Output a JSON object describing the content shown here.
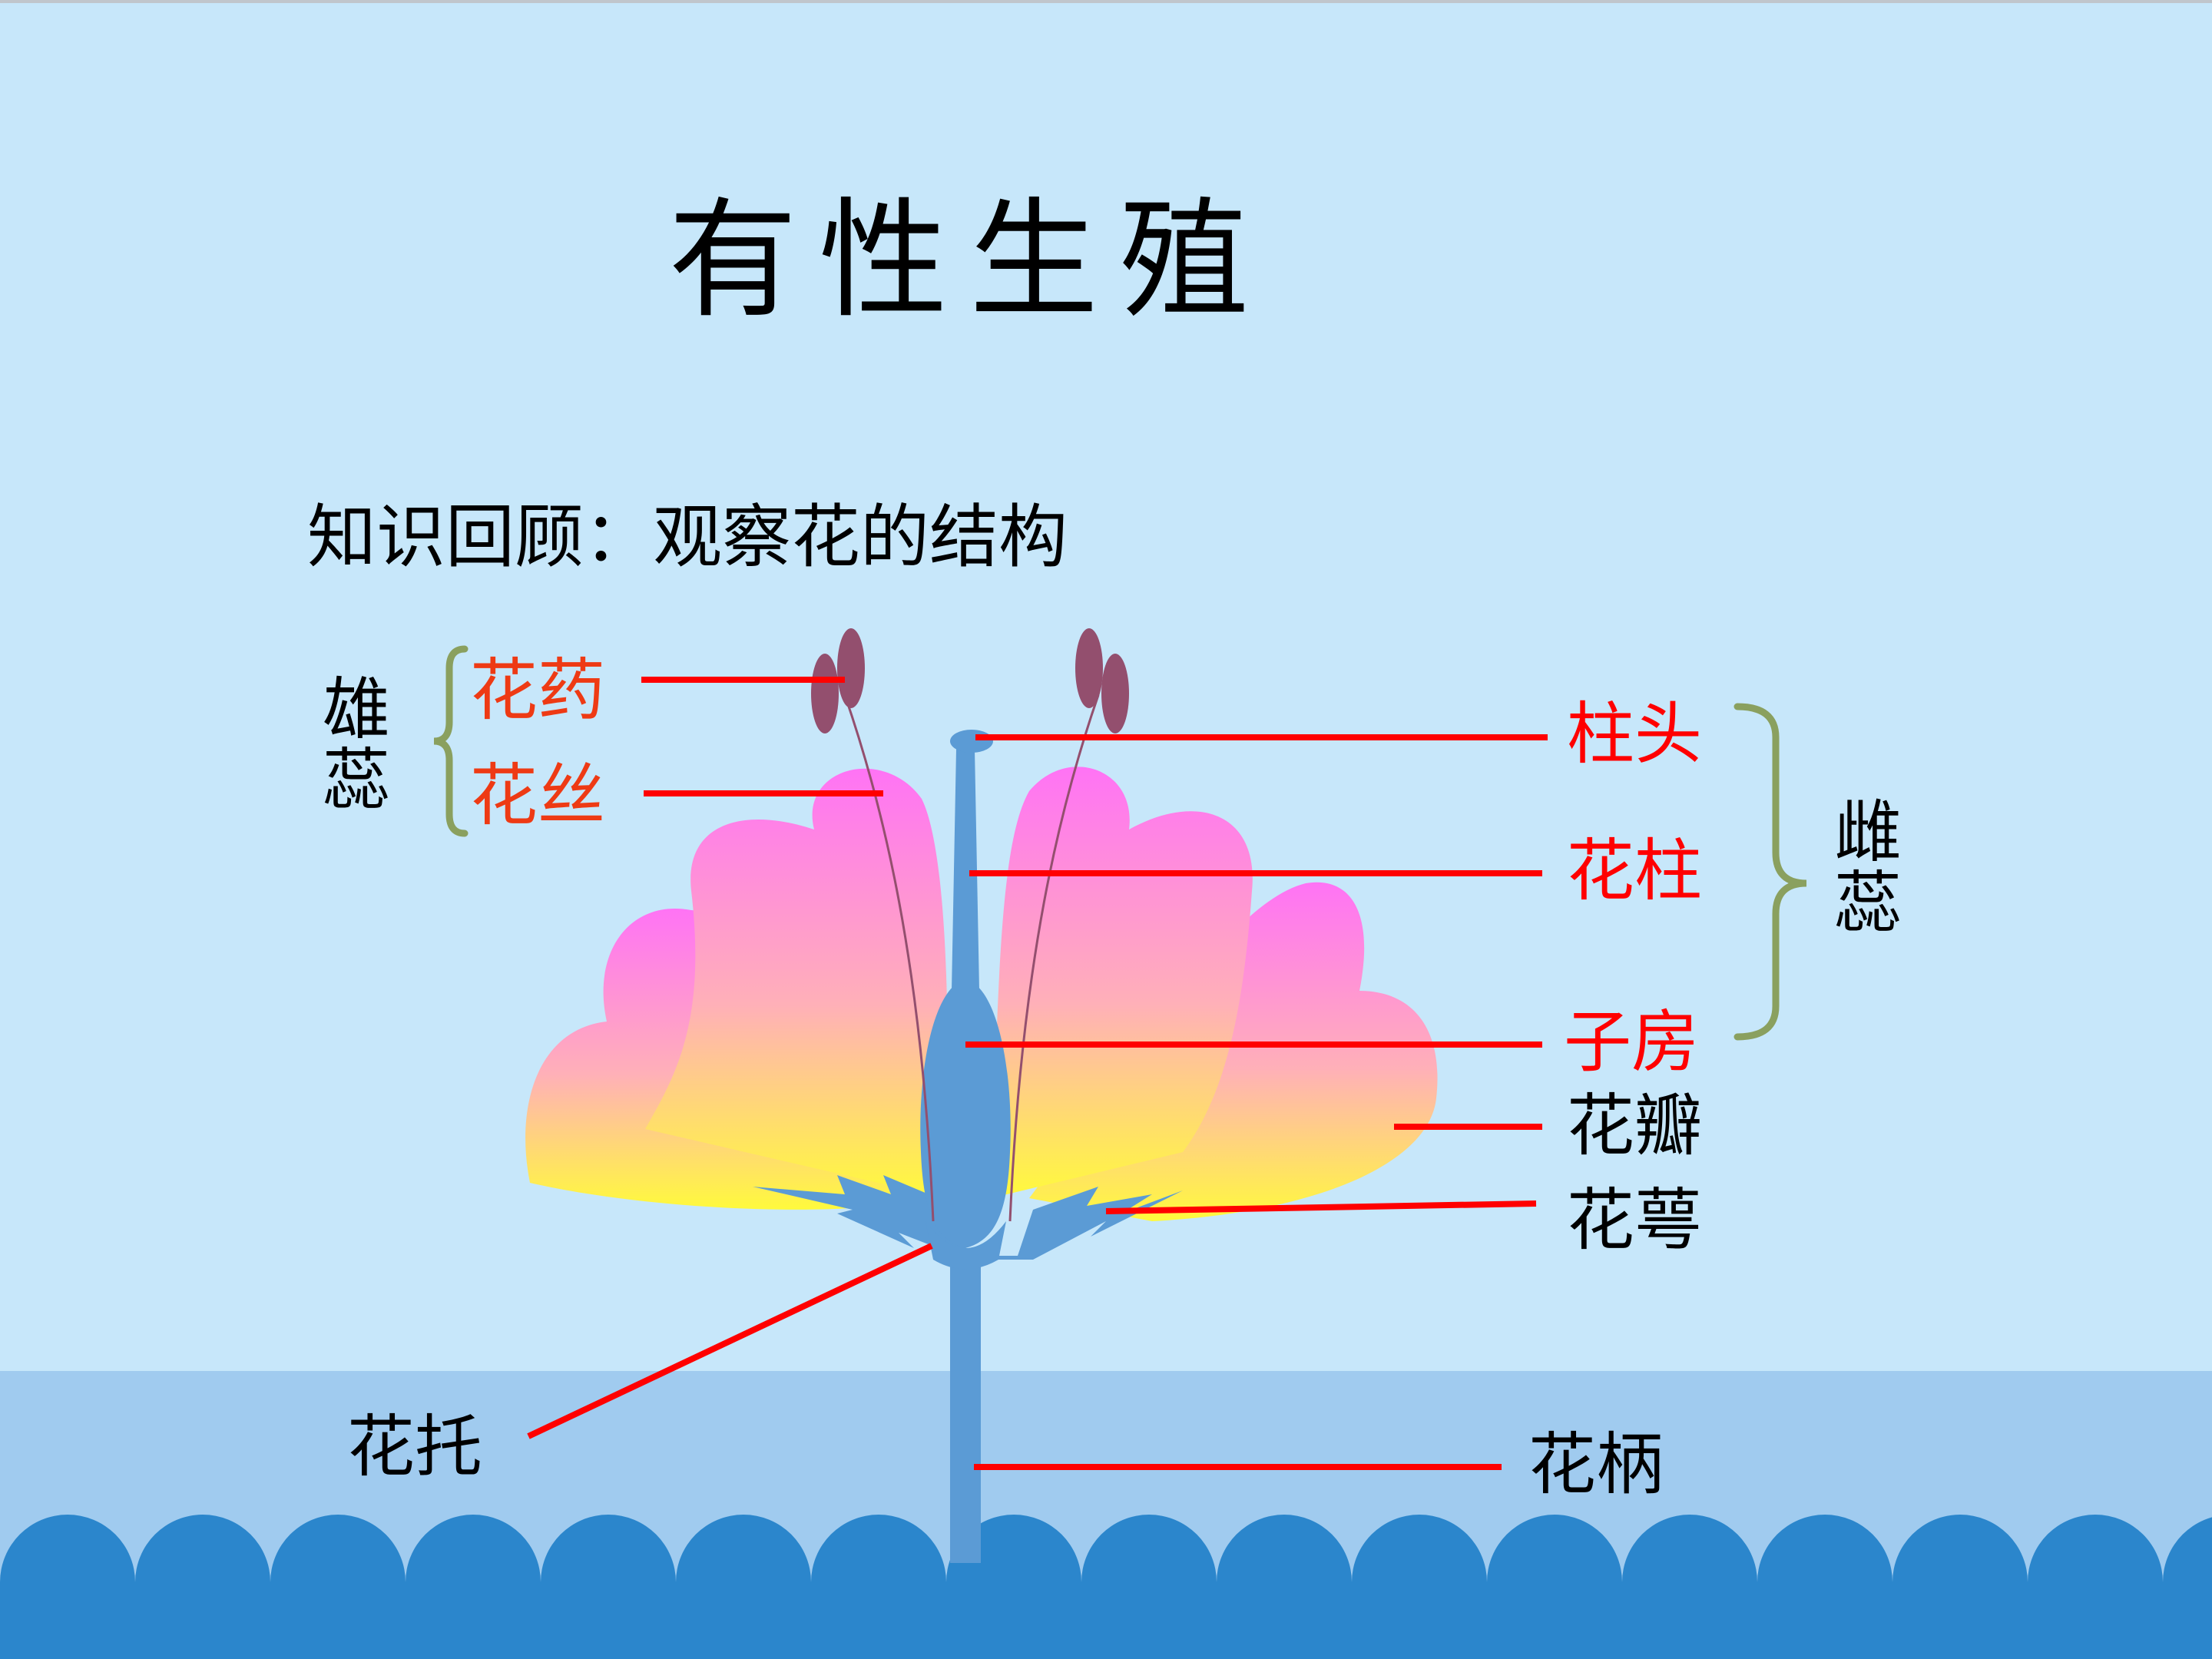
{
  "slide": {
    "title": "有性生殖",
    "subtitle": "知识回顾：观察花的结构"
  },
  "labels": {
    "anther": "花药",
    "filament": "花丝",
    "stamen_char1": "雄",
    "stamen_char2": "蕊",
    "stigma": "柱头",
    "style": "花柱",
    "ovary": "子房",
    "pistil_char1": "雌",
    "pistil_char2": "蕊",
    "petal": "花瓣",
    "sepal": "花萼",
    "receptacle": "花托",
    "pedicel": "花柄"
  },
  "colors": {
    "background_sky": "#c7e7fa",
    "water": "#a0cbef",
    "waves": "#2b86cc",
    "stem": "#5b9bd5",
    "anther": "#934f6e",
    "bracket": "#8aa05f",
    "leader_line": "#ff0000",
    "petal_top": "#ff73f5",
    "petal_bottom": "#fffa3c"
  }
}
